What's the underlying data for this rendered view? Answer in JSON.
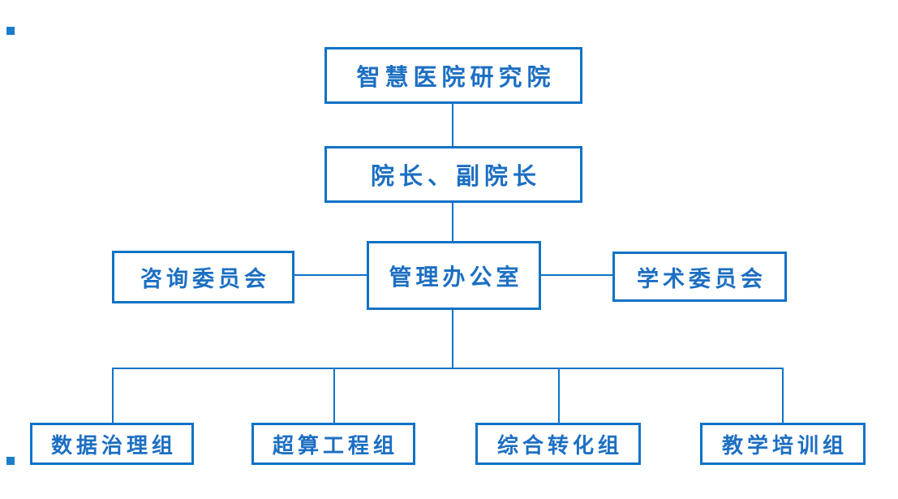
{
  "colors": {
    "accent": "#0e72c6",
    "text": "#1c6fc2",
    "decoration": "#1a7dc9",
    "background": "#ffffff"
  },
  "org_chart": {
    "type": "org-tree",
    "root": {
      "label": "智慧医院研究院"
    },
    "leadership": {
      "label": "院长、副院长"
    },
    "office": {
      "label": "管理办公室"
    },
    "advisory_committee": {
      "label": "咨询委员会"
    },
    "academic_committee": {
      "label": "学术委员会"
    },
    "groups": [
      {
        "id": "data_governance",
        "label": "数据治理组"
      },
      {
        "id": "supercomputing_engineering",
        "label": "超算工程组"
      },
      {
        "id": "comprehensive_transformation",
        "label": "综合转化组"
      },
      {
        "id": "teaching_training",
        "label": "教学培训组"
      }
    ],
    "edges": [
      {
        "from": "root",
        "to": "leadership"
      },
      {
        "from": "leadership",
        "to": "office"
      },
      {
        "from": "advisory_committee",
        "to": "office"
      },
      {
        "from": "office",
        "to": "academic_committee"
      },
      {
        "from": "office",
        "to": "data_governance"
      },
      {
        "from": "office",
        "to": "supercomputing_engineering"
      },
      {
        "from": "office",
        "to": "comprehensive_transformation"
      },
      {
        "from": "office",
        "to": "teaching_training"
      }
    ]
  }
}
